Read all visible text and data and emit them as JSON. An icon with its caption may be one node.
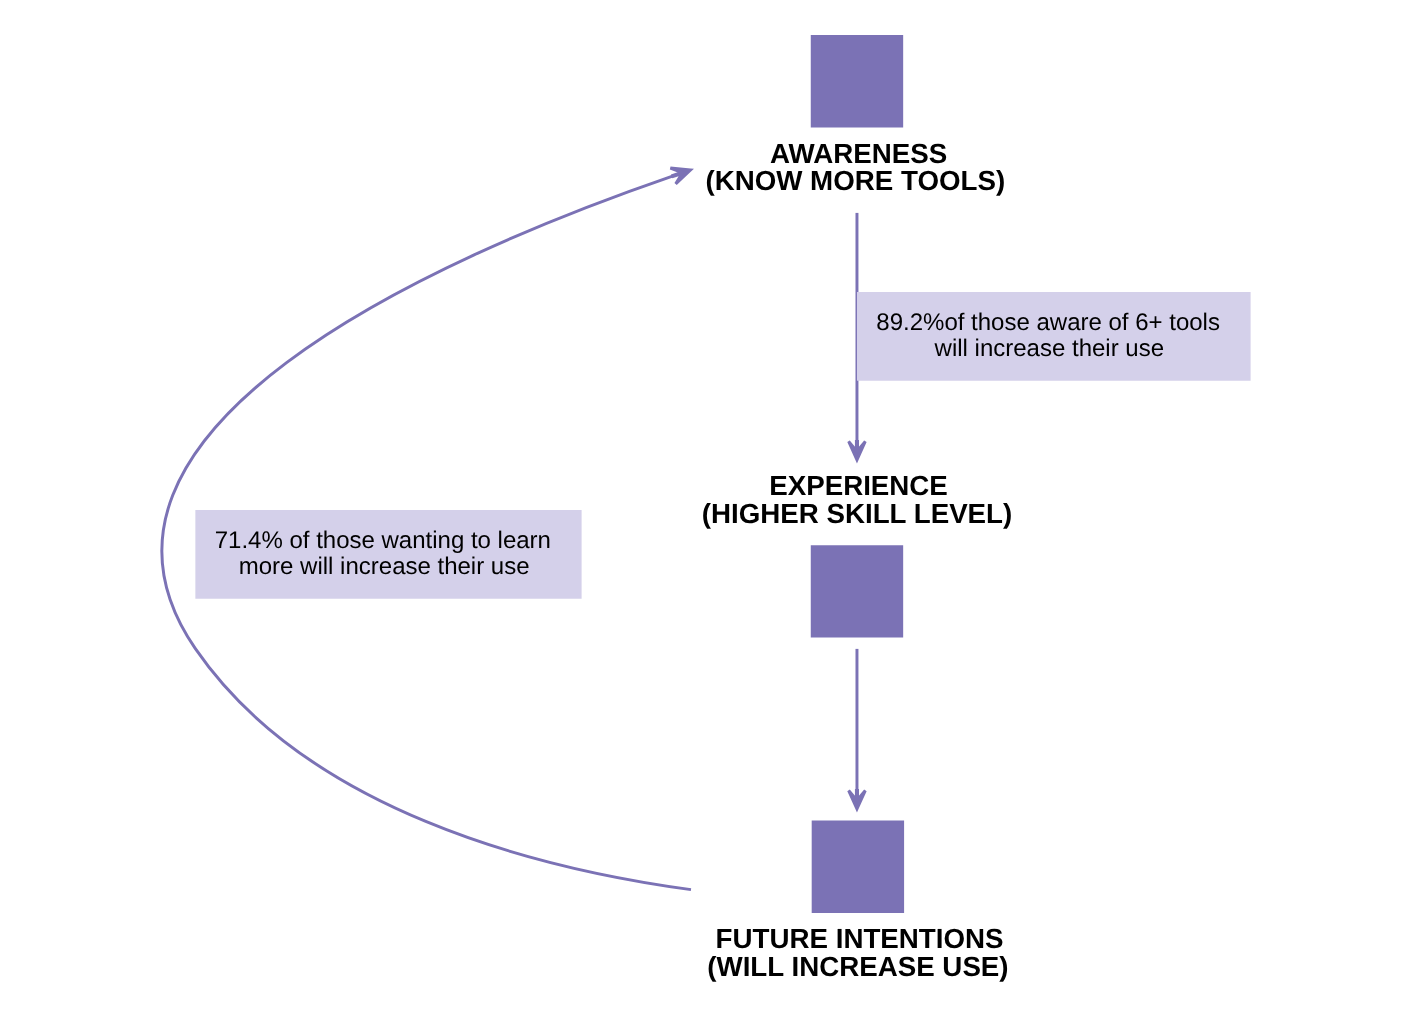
{
  "diagram": {
    "nodes": [
      {
        "text": [
          "EXPERIENCE (HIGHER SKILL LEVEL)"
        ]
      },
      {
        "text": [
          "FUTURE INTENTIONS (WILL INCREASE USE)"
        ]
      },
      {
        "text": [
          "AWARENESS (KNOW MORE TOOLS)"
        ]
      }
    ],
    "edges": [
      {
        "from": 2,
        "to": 0,
        "arrow": "to",
        "label": "89.2%of those aware of 6+ tools will increase their use"
      },
      {
        "from": 0,
        "to": 1,
        "arrow": "to"
      },
      {
        "from": 1,
        "to": 2,
        "arrow": "to",
        "label": "71.4% of those wanting to learn more will increase their use"
      }
    ]
  }
}
